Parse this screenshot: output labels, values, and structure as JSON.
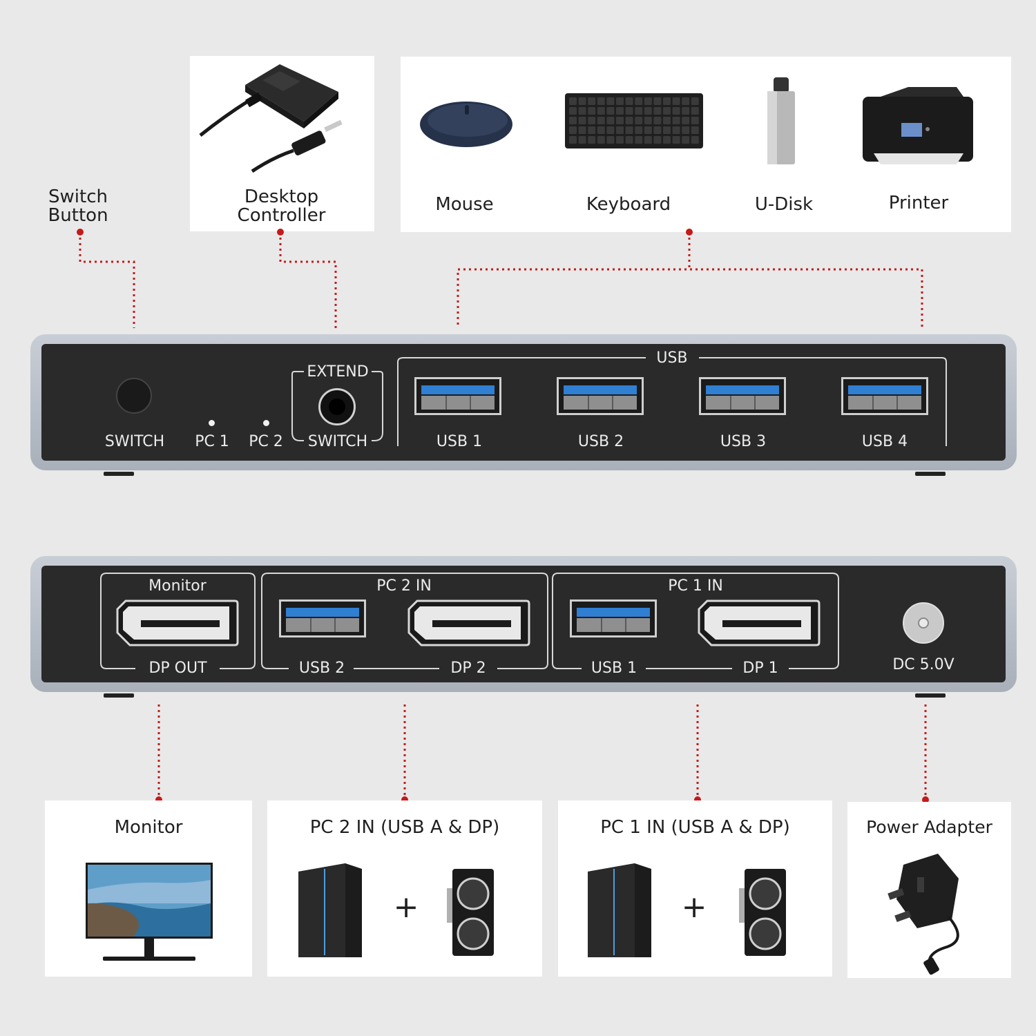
{
  "labels": {
    "switch_button": [
      "Switch",
      "Button"
    ],
    "desktop_controller": [
      "Desktop",
      "Controller"
    ],
    "mouse": "Mouse",
    "keyboard": "Keyboard",
    "udisk": "U-Disk",
    "printer": "Printer"
  },
  "front_panel": {
    "switch": "SWITCH",
    "pc1": "PC 1",
    "pc2": "PC 2",
    "extend": "EXTEND",
    "extend_switch": "SWITCH",
    "usb_group": "USB",
    "usb_ports": [
      "USB 1",
      "USB 2",
      "USB 3",
      "USB 4"
    ]
  },
  "back_panel": {
    "monitor_group": "Monitor",
    "dp_out": "DP OUT",
    "pc2_group": "PC 2 IN",
    "pc2_usb": "USB 2",
    "pc2_dp": "DP 2",
    "pc1_group": "PC 1 IN",
    "pc1_usb": "USB 1",
    "pc1_dp": "DP 1",
    "dc": "DC 5.0V"
  },
  "bottom": {
    "monitor": "Monitor",
    "pc2": "PC 2 IN (USB A & DP)",
    "pc1": "PC 1 IN (USB A & DP)",
    "power": "Power Adapter",
    "plus": "+"
  },
  "colors": {
    "accent": "#c41a1a",
    "panel_face": "#2a2a2a",
    "usb_blue": "#2f7fd3"
  }
}
